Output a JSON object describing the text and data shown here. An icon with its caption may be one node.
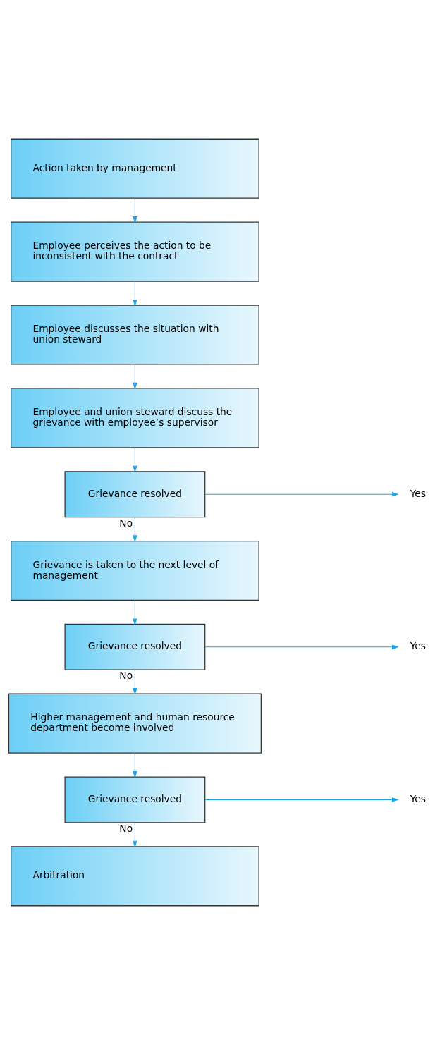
{
  "diagram": {
    "nodes": [
      {
        "text": [
          "Action taken by management"
        ]
      },
      {
        "text": [
          "Employee perceives the action to be inconsistent with the contract"
        ]
      },
      {
        "text": [
          "Employee discusses the situation with union steward"
        ]
      },
      {
        "text": [
          "Employee and union steward discuss the grievance with employee’s supervisor"
        ]
      },
      {
        "text": [
          "Grievance resolved"
        ]
      },
      {
        "text": [
          "Yes"
        ]
      },
      {
        "text": [
          "Grievance is taken to the next level of management"
        ]
      },
      {
        "text": [
          "Grievance resolved"
        ]
      },
      {
        "text": [
          "Yes"
        ]
      },
      {
        "text": [
          "Higher management and human resource department become involved"
        ]
      },
      {
        "text": [
          "Grievance resolved"
        ]
      },
      {
        "text": [
          "Yes"
        ]
      },
      {
        "text": [
          "Arbitration"
        ]
      }
    ],
    "edges": [
      {
        "from": 0,
        "to": 1,
        "arrow": "to"
      },
      {
        "from": 1,
        "to": 2,
        "arrow": "to"
      },
      {
        "from": 2,
        "to": 3,
        "arrow": "to"
      },
      {
        "from": 3,
        "to": 4,
        "arrow": "to"
      },
      {
        "from": 4,
        "to": 5,
        "arrow": "to"
      },
      {
        "from": 4,
        "to": 6,
        "arrow": "to",
        "label": "No"
      },
      {
        "from": 6,
        "to": 7,
        "arrow": "to"
      },
      {
        "from": 7,
        "to": 8,
        "arrow": "to"
      },
      {
        "from": 7,
        "to": 9,
        "arrow": "to",
        "label": "No"
      },
      {
        "from": 9,
        "to": 10,
        "arrow": "to"
      },
      {
        "from": 10,
        "to": 11,
        "arrow": "to"
      },
      {
        "from": 10,
        "to": 12,
        "arrow": "to",
        "label": "No"
      }
    ]
  }
}
